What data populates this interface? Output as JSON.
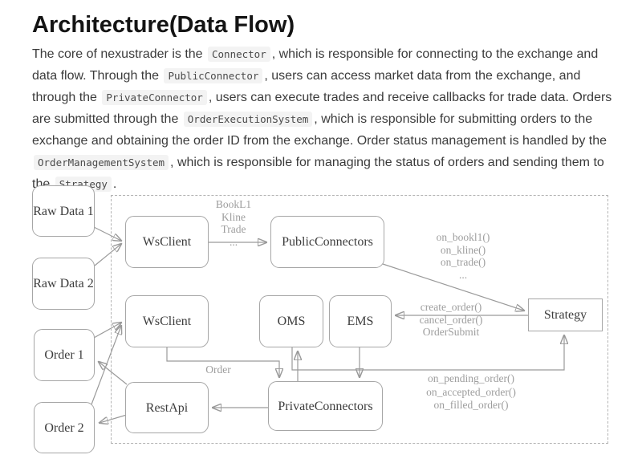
{
  "page": {
    "title": "Architecture(Data Flow)"
  },
  "paragraph": {
    "segments": [
      {
        "type": "text",
        "text": "The core of nexustrader is the "
      },
      {
        "type": "code",
        "text": "Connector"
      },
      {
        "type": "text",
        "text": ", which is responsible for connecting to the exchange and data flow. Through the "
      },
      {
        "type": "code",
        "text": "PublicConnector"
      },
      {
        "type": "text",
        "text": ", users can access market data from the exchange, and through the "
      },
      {
        "type": "code",
        "text": "PrivateConnector"
      },
      {
        "type": "text",
        "text": ", users can execute trades and receive callbacks for trade data. Orders are submitted through the "
      },
      {
        "type": "code",
        "text": "OrderExecutionSystem"
      },
      {
        "type": "text",
        "text": ", which is responsible for submitting orders to the exchange and obtaining the order ID from the exchange. Order status management is handled by the "
      },
      {
        "type": "code",
        "text": "OrderManagementSystem"
      },
      {
        "type": "text",
        "text": ", which is responsible for managing the status of orders and sending them to the "
      },
      {
        "type": "code",
        "text": "Strategy"
      },
      {
        "type": "text",
        "text": "."
      }
    ]
  },
  "diagram": {
    "nodes": {
      "raw_data_1": {
        "label": "Raw Data 1"
      },
      "raw_data_2": {
        "label": "Raw Data 2"
      },
      "order_1": {
        "label": "Order 1"
      },
      "order_2": {
        "label": "Order 2"
      },
      "ws_client_1": {
        "label": "WsClient"
      },
      "public_connectors": {
        "label": "PublicConnectors"
      },
      "ws_client_2": {
        "label": "WsClient"
      },
      "oms": {
        "label": "OMS"
      },
      "ems": {
        "label": "EMS"
      },
      "strategy": {
        "label": "Strategy"
      },
      "rest_api": {
        "label": "RestApi"
      },
      "private_connectors": {
        "label": "PrivateConnectors"
      }
    },
    "edge_labels": {
      "market_stream": {
        "lines": [
          "BookL1",
          "Kline",
          "Trade",
          "..."
        ]
      },
      "market_callbacks": {
        "lines": [
          "on_bookl1()",
          "on_kline()",
          "on_trade()",
          "..."
        ]
      },
      "order_commands": {
        "lines": [
          "create_order()",
          "cancel_order()",
          "OrderSubmit"
        ]
      },
      "order": {
        "lines": [
          "Order"
        ]
      },
      "order_callbacks": {
        "lines": [
          "on_pending_order()",
          "on_accepted_order()",
          "on_filled_order()"
        ]
      }
    },
    "colors": {
      "line": "#9a9a9a",
      "box_border": "#a6a6a6",
      "box_text": "#3d3d3d",
      "label_text": "#9d9d9d"
    }
  }
}
